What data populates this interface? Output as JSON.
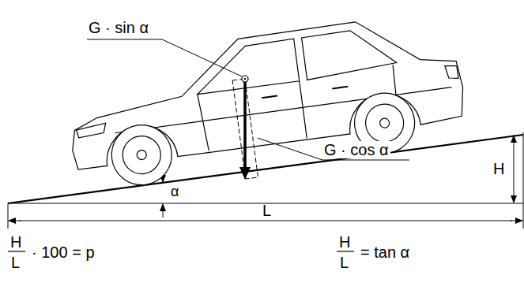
{
  "diagram": {
    "labels": [
      "G · sin α",
      "G · cos α",
      "α",
      "H",
      "L",
      "H",
      "L",
      "· 100 = p",
      "H",
      "L",
      "= tan α"
    ]
  }
}
